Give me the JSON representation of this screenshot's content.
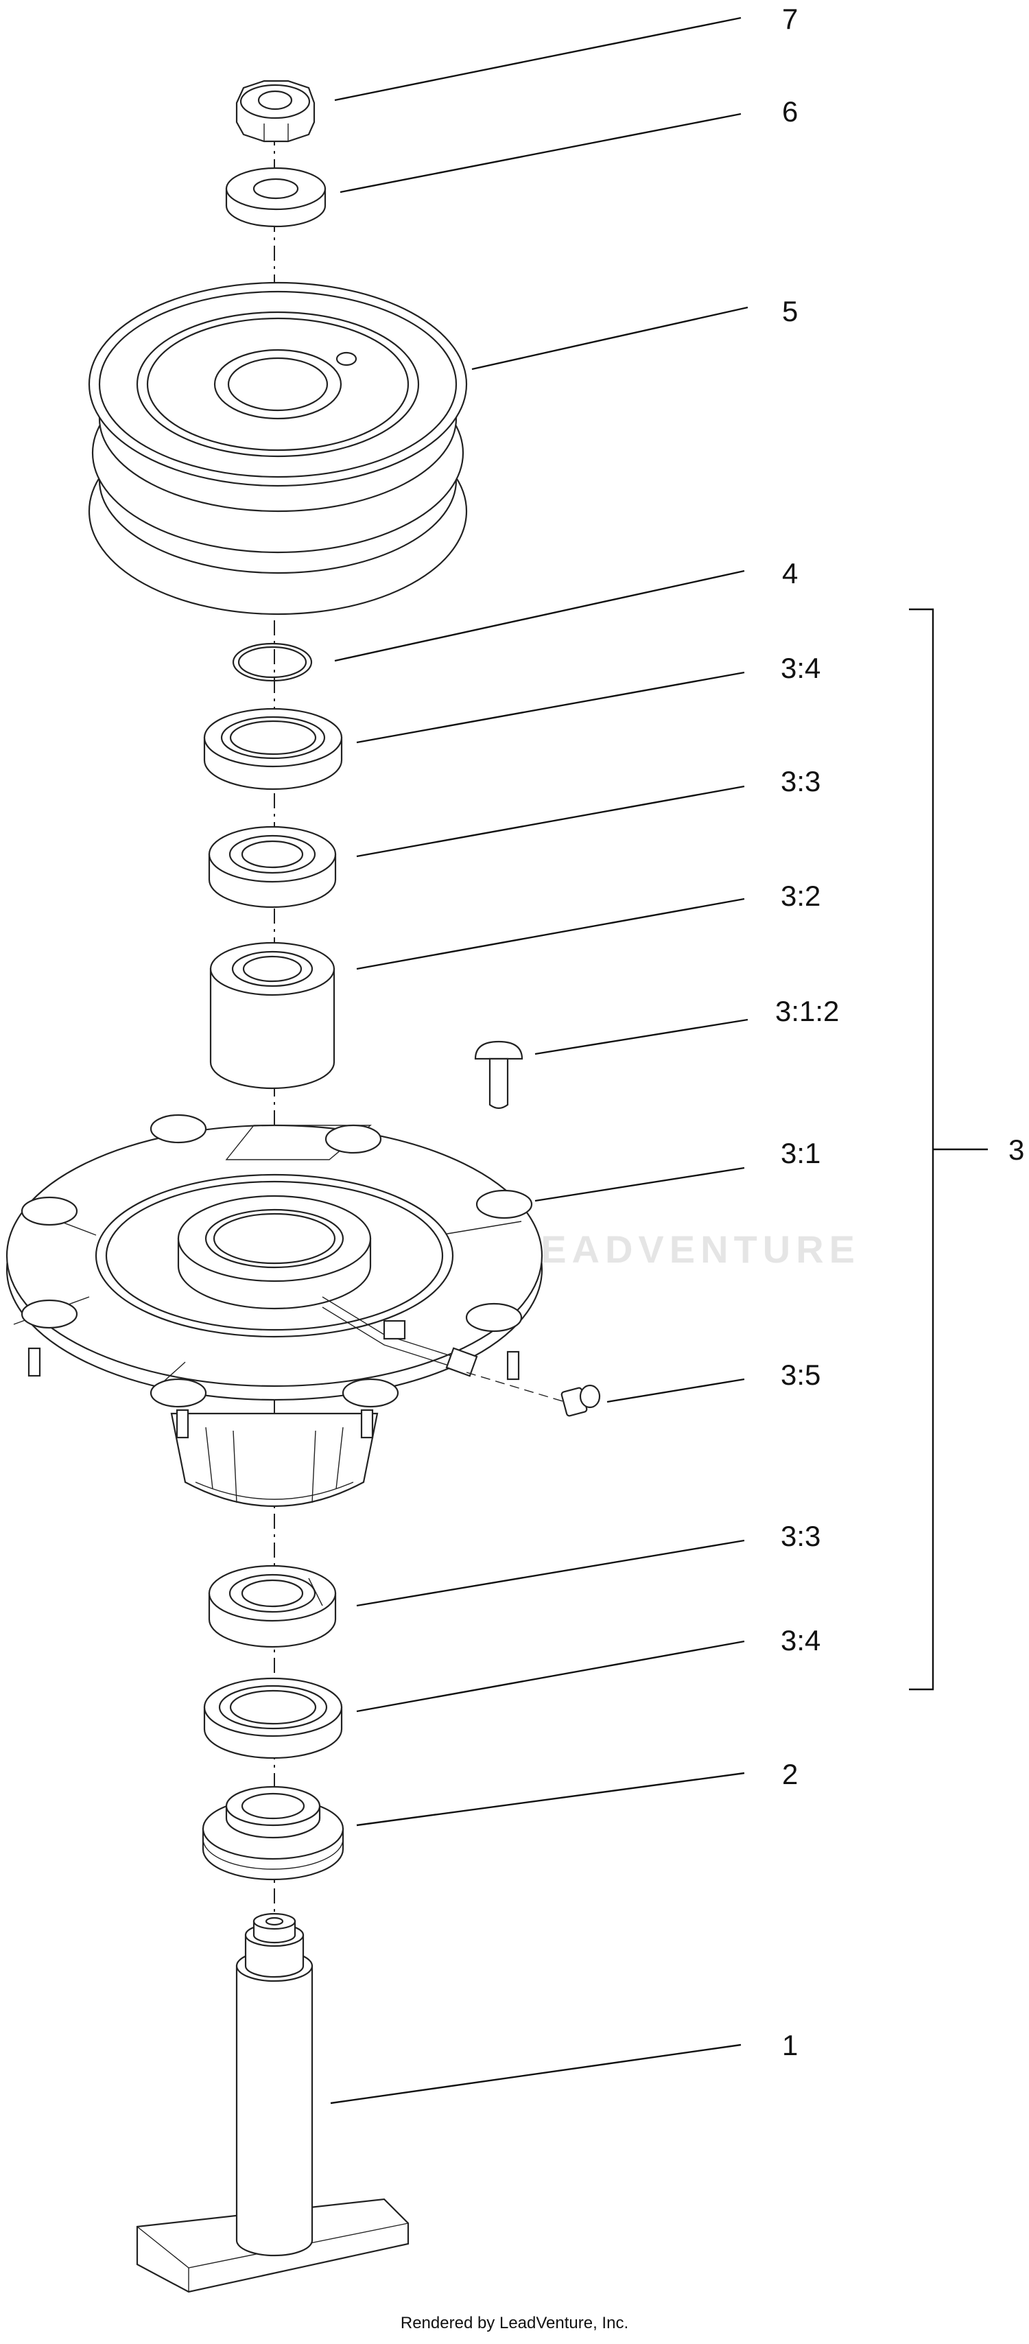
{
  "callouts": [
    {
      "id": "c7",
      "label": "7"
    },
    {
      "id": "c6",
      "label": "6"
    },
    {
      "id": "c5",
      "label": "5"
    },
    {
      "id": "c4",
      "label": "4"
    },
    {
      "id": "c34a",
      "label": "3:4"
    },
    {
      "id": "c33a",
      "label": "3:3"
    },
    {
      "id": "c32",
      "label": "3:2"
    },
    {
      "id": "c312",
      "label": "3:1:2"
    },
    {
      "id": "c31",
      "label": "3:1"
    },
    {
      "id": "c3",
      "label": "3"
    },
    {
      "id": "c35",
      "label": "3:5"
    },
    {
      "id": "c33b",
      "label": "3:3"
    },
    {
      "id": "c34b",
      "label": "3:4"
    },
    {
      "id": "c2",
      "label": "2"
    },
    {
      "id": "c1",
      "label": "1"
    }
  ],
  "watermark": "LEADVENTURE",
  "footer": "Rendered by LeadVenture, Inc."
}
